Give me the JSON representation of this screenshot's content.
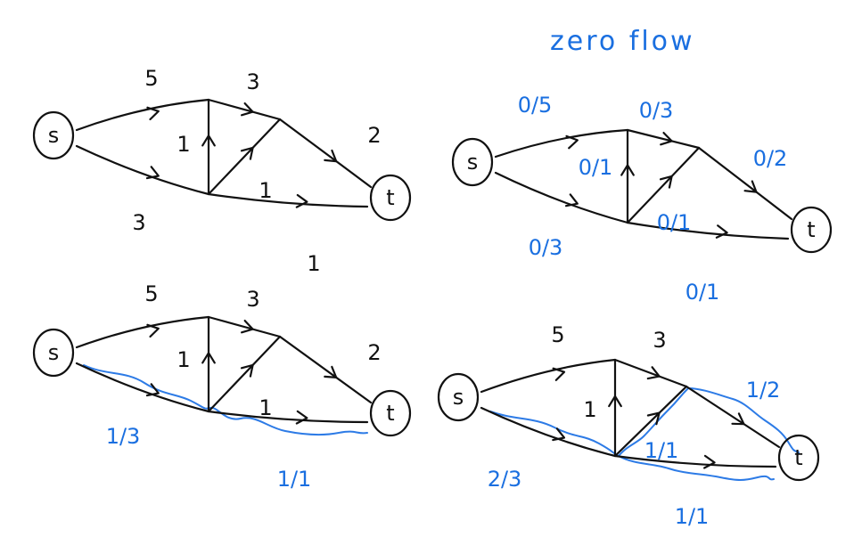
{
  "annotation": "zero flow",
  "colors": {
    "ink": "#111111",
    "flow": "#1a6fe0",
    "path": "#2d7be6"
  },
  "nodes": {
    "source": "s",
    "sink": "t"
  },
  "panels": [
    {
      "id": "panel-top-left",
      "edges": [
        {
          "label": "5"
        },
        {
          "label": "3"
        },
        {
          "label": "1"
        },
        {
          "label": "2"
        },
        {
          "label": "3"
        },
        {
          "label": "1"
        },
        {
          "label": "1"
        }
      ]
    },
    {
      "id": "panel-top-right",
      "edges": [
        {
          "label": "0/5"
        },
        {
          "label": "0/3"
        },
        {
          "label": "0/1"
        },
        {
          "label": "0/2"
        },
        {
          "label": "0/3"
        },
        {
          "label": "0/1"
        },
        {
          "label": "0/1"
        }
      ]
    },
    {
      "id": "panel-bottom-left",
      "edges": [
        {
          "label": "5"
        },
        {
          "label": "3"
        },
        {
          "label": "1"
        },
        {
          "label": "2"
        },
        {
          "label": "1/3"
        },
        {
          "label": "1"
        },
        {
          "label": "1/1"
        }
      ]
    },
    {
      "id": "panel-bottom-right",
      "edges": [
        {
          "label": "5"
        },
        {
          "label": "3"
        },
        {
          "label": "1"
        },
        {
          "label": "1/2"
        },
        {
          "label": "2/3"
        },
        {
          "label": "1/1"
        },
        {
          "label": "1/1"
        }
      ]
    }
  ]
}
